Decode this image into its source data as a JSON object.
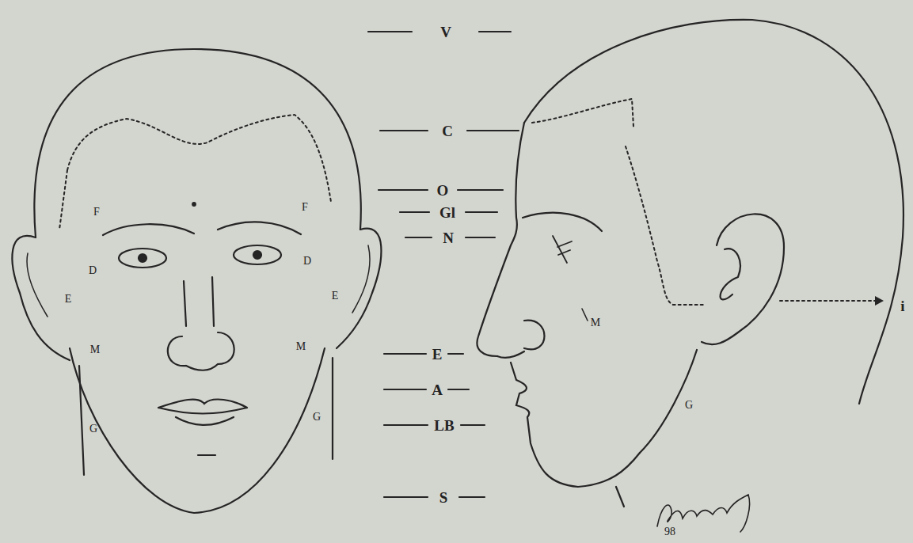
{
  "diagram": {
    "labels": [
      "V",
      "C",
      "O",
      "Gl",
      "N",
      "E",
      "A",
      "LB",
      "S",
      "F",
      "F",
      "D",
      "D",
      "E",
      "E",
      "M",
      "M",
      "G",
      "G",
      "M",
      "G",
      "i",
      "98"
    ]
  }
}
